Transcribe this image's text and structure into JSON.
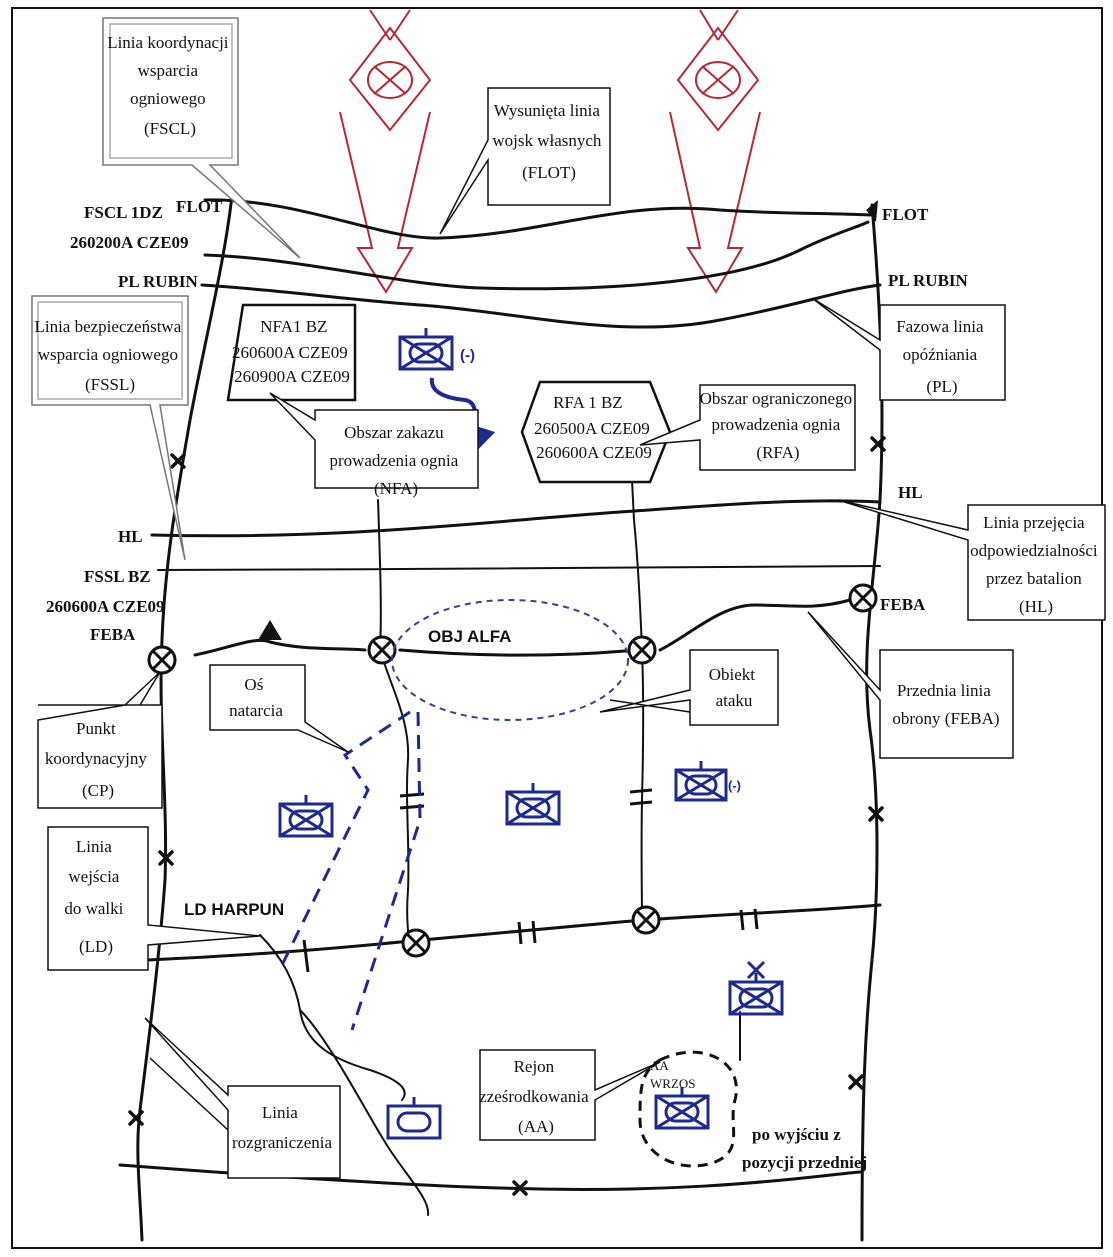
{
  "colors": {
    "line": "#111111",
    "arrow": "#b22a35",
    "unit": "#1e2a8c",
    "ellipse": "#3a3f8f"
  },
  "callouts": {
    "fscl": [
      "Linia koordynacji",
      "wsparcia",
      "ogniowego",
      "(FSCL)"
    ],
    "flot": [
      "Wysunięta linia",
      "wojsk własnych",
      "(FLOT)"
    ],
    "fssl": [
      "Linia bezpieczeństwa",
      "wsparcia ogniowego",
      "(FSSL)"
    ],
    "nfa_box": [
      "NFA1 BZ",
      "260600A CZE09",
      "260900A CZE09"
    ],
    "nfa": [
      "Obszar zakazu",
      "prowadzenia ognia",
      "(NFA)"
    ],
    "rfa_box": [
      "RFA 1 BZ",
      "260500A CZE09",
      "260600A CZE09"
    ],
    "rfa": [
      "Obszar ograniczonego",
      "prowadzenia ognia",
      "(RFA)"
    ],
    "pl": [
      "Fazowa linia",
      "opóźniania",
      "(PL)"
    ],
    "hl": [
      "Linia przejęcia",
      "odpowiedzialności",
      "przez batalion",
      "(HL)"
    ],
    "feba": [
      "Przednia linia",
      "obrony (FEBA)"
    ],
    "obiekt": [
      "Obiekt",
      "ataku"
    ],
    "os": [
      "Oś",
      "natarcia"
    ],
    "cp": [
      "Punkt",
      "koordynacyjny",
      "(CP)"
    ],
    "ld": [
      "Linia",
      "wejścia",
      "do walki",
      "(LD)"
    ],
    "aa": [
      "Rejon",
      "zześrodkowania",
      "(AA)"
    ],
    "boundary": [
      "Linia",
      "rozgraniczenia"
    ]
  },
  "labels": {
    "fscl_left": [
      "FSCL 1DZ",
      "260200A CZE09"
    ],
    "flot_left": "FLOT",
    "flot_right": "FLOT",
    "pl_left": "PL RUBIN",
    "pl_right": "PL RUBIN",
    "hl_left": "HL",
    "hl_right": "HL",
    "fssl_left": [
      "FSSL BZ",
      "260600A CZE09"
    ],
    "feba_left": "FEBA",
    "feba_right": "FEBA",
    "obj": "OBJ ALFA",
    "ld": "LD HARPUN",
    "aa_code": [
      "AA",
      "WRZOS"
    ],
    "after_exit": [
      "po wyjściu z",
      "pozycji przedniej"
    ],
    "reduced": "(-)"
  }
}
